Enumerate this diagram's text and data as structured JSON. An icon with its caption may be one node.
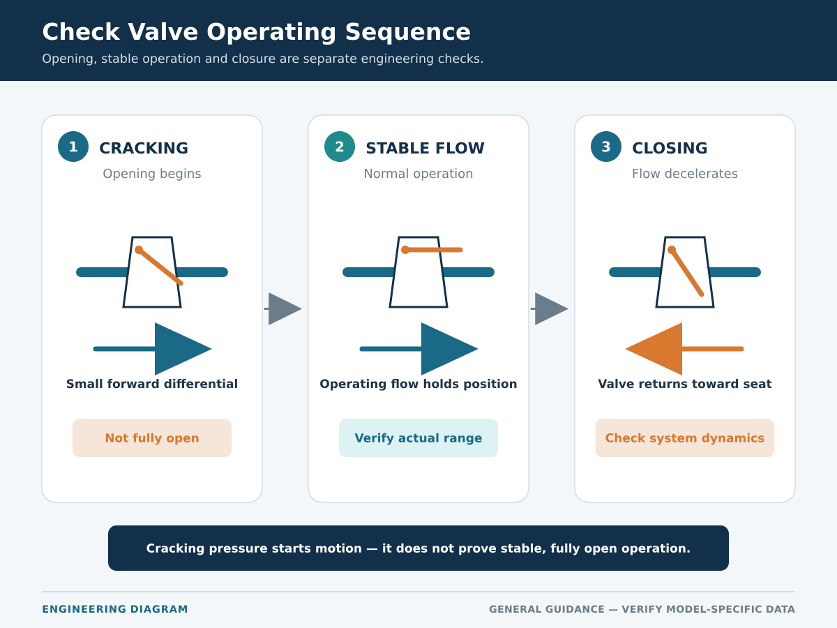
{
  "diagram": {
    "title": "Check Valve Operating Sequence",
    "nodes": [
      {
        "text": [
          "CRACKING",
          "Opening begins",
          "Small forward differential"
        ]
      },
      {
        "text": [
          "1"
        ],
        "in": 0
      },
      {
        "text": [
          "Not fully open"
        ],
        "in": 0
      },
      {
        "text": [
          "STABLE FLOW",
          "Normal operation",
          "Operating flow holds position"
        ]
      },
      {
        "text": [
          "2"
        ],
        "in": 3
      },
      {
        "text": [
          "Verify actual range"
        ],
        "in": 3
      },
      {
        "text": [
          "CLOSING",
          "Flow decelerates",
          "Valve returns toward seat"
        ]
      },
      {
        "text": [
          "3"
        ],
        "in": 6
      },
      {
        "text": [
          "Check system dynamics"
        ],
        "in": 6
      },
      {
        "text": [
          "Cracking pressure starts motion — it does not prove stable, fully open operation."
        ]
      }
    ],
    "edges": [
      {
        "from": 0,
        "to": 3,
        "arrow": "to"
      },
      {
        "from": 3,
        "to": 6,
        "arrow": "to"
      }
    ],
    "labels": [
      "Opening, stable operation and closure are separate engineering checks.",
      "ENGINEERING DIAGRAM",
      "GENERAL GUIDANCE — VERIFY MODEL-SPECIFIC DATA"
    ]
  }
}
